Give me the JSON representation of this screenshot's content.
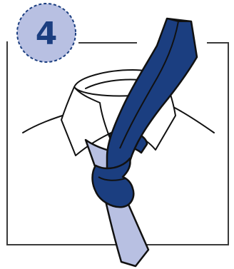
{
  "step": {
    "number": "4"
  },
  "colors": {
    "background": "#ffffff",
    "frame": "#3a3a3a",
    "tie_wide_end": "#1b3e80",
    "tie_narrow_end": "#b8c0e2",
    "badge_fill": "#b8c0e2",
    "badge_text": "#1b3e80",
    "outline": "#111111",
    "shirt": "#ffffff"
  },
  "icons": {
    "badge": "dashed-circle-step-badge",
    "illustration": "necktie-knot-step-illustration"
  }
}
